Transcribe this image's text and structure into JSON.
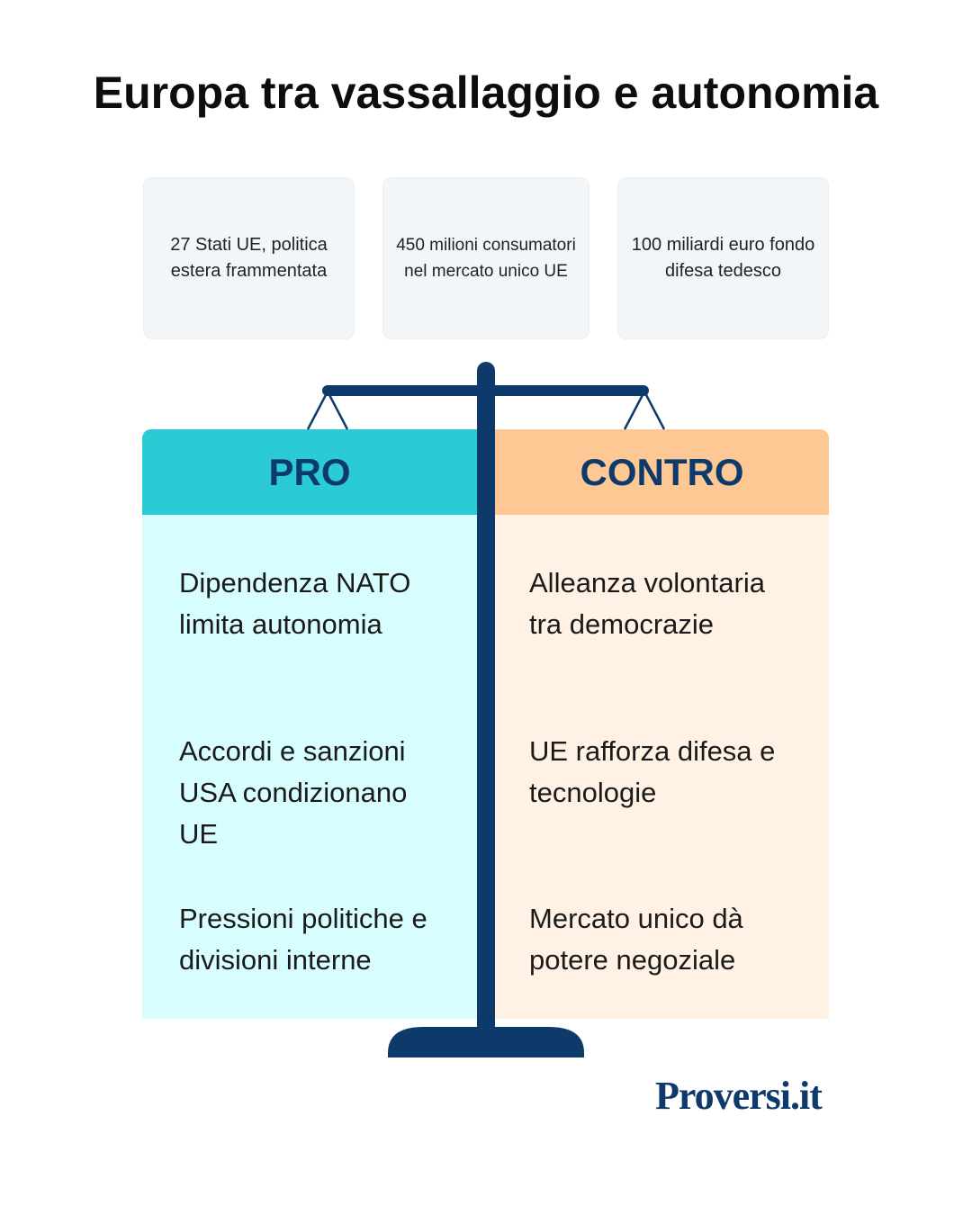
{
  "title": "Europa tra vassallaggio e autonomia",
  "stats": [
    "27 Stati UE, politica estera frammentata",
    "450 milioni consumatori nel mercato unico UE",
    "100 miliardi euro fondo difesa tedesco"
  ],
  "pro": {
    "heading": "PRO",
    "items": [
      "Dipendenza NATO limita autonomia",
      "Accordi e sanzioni USA condizionano UE",
      "Pressioni politiche e divisioni interne"
    ]
  },
  "contro": {
    "heading": "CONTRO",
    "items": [
      "Alleanza volontaria tra democrazie",
      "UE rafforza difesa e tecnologie",
      "Mercato unico dà potere negoziale"
    ]
  },
  "logo": "Proversi.it",
  "colors": {
    "navy": "#0e3a6b",
    "pro": "#2bcbd5",
    "contro": "#fdc893"
  }
}
